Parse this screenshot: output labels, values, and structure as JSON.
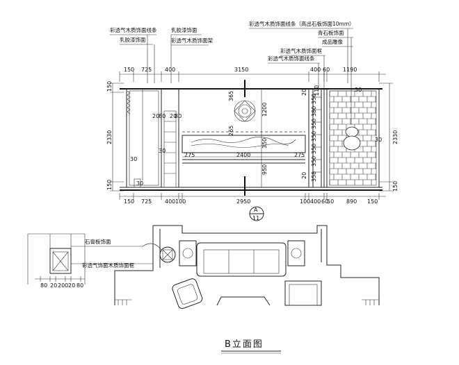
{
  "drawing_title": "B立面图",
  "section_marker": {
    "top": "A",
    "bottom": "11"
  },
  "notes": {
    "top_left_1": "彩透气木质饰面线条",
    "top_left_2": "乳胶漆饰面",
    "top_mid_1": "乳胶漆饰面",
    "top_mid_2": "彩透气木质饰面架",
    "top_right_1": "彩透气木质饰面线条（高出石板饰面10mm）",
    "top_right_2": "青石板饰面",
    "top_right_3": "成品雕像",
    "mid_right_1": "彩透气木质饰面框",
    "mid_right_2": "彩透气木质饰面线条",
    "detail_1": "石膏板饰面",
    "detail_2": "彩透气饰面木质饰面框"
  },
  "top_dims": [
    "150",
    "725",
    "400",
    "3150",
    "400",
    "60",
    "1190"
  ],
  "bottom_dims": [
    "150",
    "725",
    "400",
    "100",
    "2950",
    "100",
    "400",
    "60",
    "50",
    "890",
    "150"
  ],
  "left_dims": [
    "150",
    "2330",
    "150"
  ],
  "right_dims": [
    "2330",
    "150"
  ],
  "inner_dims": {
    "d365": "365",
    "d1200": "1200",
    "d265": "265",
    "d350": "350",
    "d950": "950",
    "d2400": "2400",
    "d275a": "275",
    "d275b": "275",
    "d20a": "20",
    "d80a": "80",
    "d20b": "20",
    "d80b": "80",
    "d30a": "30",
    "d30b": "30",
    "d30c": "30",
    "d30d": "30",
    "d20c": "20",
    "d20d": "20",
    "d110": "110",
    "d30e": "30"
  },
  "shelf_dims": [
    "20",
    "350",
    "380",
    "20",
    "350",
    "20",
    "350",
    "20",
    "350",
    "20",
    "350",
    "20",
    "358"
  ],
  "detail_dims": [
    "80",
    "20",
    "200",
    "20",
    "80"
  ]
}
